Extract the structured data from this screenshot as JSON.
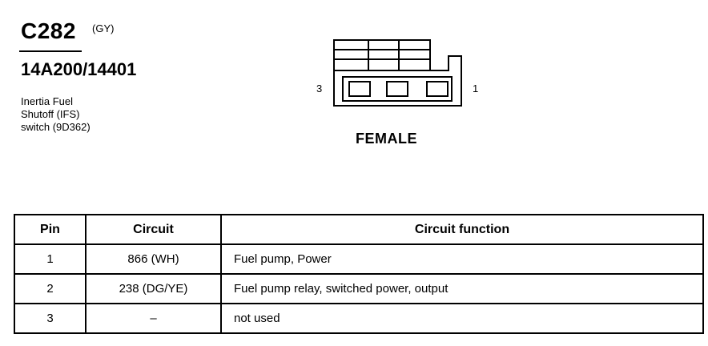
{
  "header": {
    "connector_id": "C282",
    "color_code": "(GY)",
    "part_number": "14A200/14401",
    "description_lines": [
      "Inertia Fuel",
      "Shutoff (IFS)",
      "switch (9D362)"
    ]
  },
  "connector": {
    "view_label": "FEMALE",
    "pin_label_left": "3",
    "pin_label_right": "1",
    "cavity_count": 3
  },
  "table": {
    "headers": [
      "Pin",
      "Circuit",
      "Circuit function"
    ],
    "rows": [
      {
        "pin": "1",
        "circuit": "866 (WH)",
        "function": "Fuel pump, Power"
      },
      {
        "pin": "2",
        "circuit": "238 (DG/YE)",
        "function": "Fuel pump relay, switched power, output"
      },
      {
        "pin": "3",
        "circuit": "–",
        "function": "not used"
      }
    ]
  }
}
